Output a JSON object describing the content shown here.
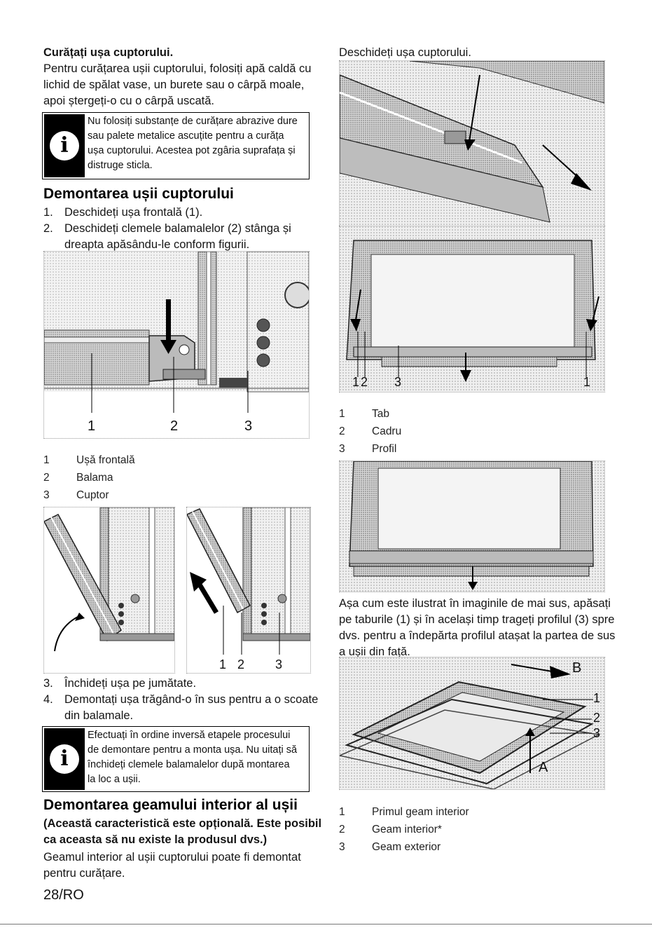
{
  "left": {
    "cleaning": {
      "title": "Curățați ușa cuptorului.",
      "lines": [
        "Pentru curățarea ușii cuptorului, folosiți apă caldă cu",
        "lichid de spălat vase, un burete sau o cârpă moale,",
        "apoi ștergeți-o cu o cârpă uscată."
      ],
      "warning_lines": [
        "Nu folosiți substanțe de curățare abrazive dure",
        "sau palete metalice ascuțite pentru a curăța",
        "ușa cuptorului. Acestea pot zgâria suprafața și",
        "distruge sticla."
      ]
    },
    "door_removal": {
      "heading": "Demontarea ușii cuptorului",
      "steps": [
        {
          "num": "1.",
          "lines": [
            "Deschideți ușa frontală (1)."
          ]
        },
        {
          "num": "2.",
          "lines": [
            "Deschideți clemele balamalelor (2) stânga și",
            "dreapta apăsându-le conform figurii."
          ]
        }
      ],
      "figure1_labels": [
        "1",
        "2",
        "3"
      ],
      "legend": [
        {
          "num": "1",
          "label": "Ușă frontală"
        },
        {
          "num": "2",
          "label": "Balama"
        },
        {
          "num": "3",
          "label": "Cuptor"
        }
      ],
      "figure3_labels": [
        "1",
        "2",
        "3"
      ],
      "steps2": [
        {
          "num": "3.",
          "lines": [
            "Închideți ușa pe jumătate."
          ]
        },
        {
          "num": "4.",
          "lines": [
            "Demontați ușa trăgând-o în sus pentru a o scoate",
            "din balamale."
          ]
        }
      ],
      "warning_lines": [
        "Efectuați în ordine inversă etapele procesului",
        "de demontare pentru a monta ușa. Nu uitați să",
        "închideți clemele balamalelor după montarea",
        "la loc a ușii."
      ]
    },
    "glass_removal": {
      "heading": "Demontarea geamului interior al ușii",
      "subheading_lines": [
        "(Această caracteristică este opțională. Este posibil",
        "ca aceasta să nu existe la produsul dvs.)"
      ],
      "lines": [
        "Geamul interior al ușii cuptorului poate fi demontat",
        "pentru curățare."
      ]
    },
    "page_number": "28/RO"
  },
  "right": {
    "intro": "Deschideți ușa cuptorului.",
    "figure2_labels": [
      "1",
      "2",
      "3",
      "1"
    ],
    "legend1": [
      {
        "num": "1",
        "label": "Tab"
      },
      {
        "num": "2",
        "label": "Cadru"
      },
      {
        "num": "3",
        "label": "Profil"
      }
    ],
    "paragraph_lines": [
      "Așa cum este ilustrat în imaginile de mai sus, apăsați",
      "pe taburile (1) și în același timp trageți profilul (3) spre",
      "dvs. pentru a îndepărta profilul atașat la partea de sus",
      "a ușii din față."
    ],
    "figure4_labels": [
      "B",
      "1",
      "2",
      "3",
      "A"
    ],
    "legend2": [
      {
        "num": "1",
        "label": "Primul geam interior"
      },
      {
        "num": "2",
        "label": "Geam interior*"
      },
      {
        "num": "3",
        "label": "Geam exterior"
      }
    ]
  }
}
